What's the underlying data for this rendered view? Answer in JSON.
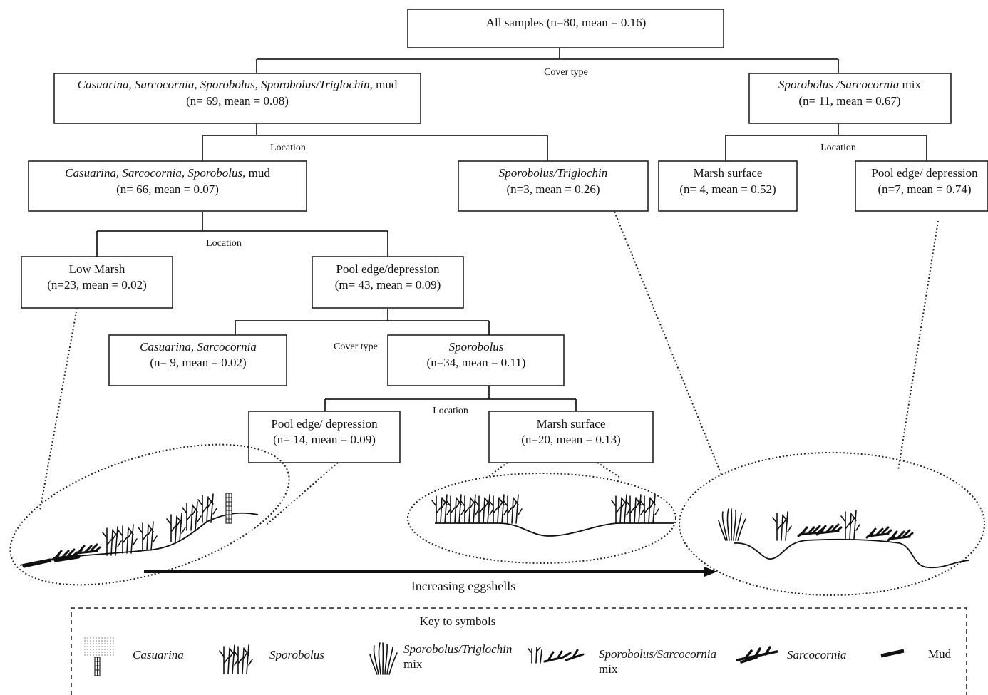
{
  "tree": {
    "root": {
      "text": "All samples (n=80, mean = 0.16)"
    },
    "split_root": "Cover type",
    "n1": {
      "italic": "Casuarina, Sarcocornia, Sporobolus, Sporobolus/Triglochin",
      "plain": ", mud",
      "stats": "(n= 69, mean = 0.08)"
    },
    "n2": {
      "italic": "Sporobolus /Sarcocornia",
      "plain": " mix",
      "stats": "(n= 11, mean = 0.67)"
    },
    "split_n1": "Location",
    "split_n2": "Location",
    "n3": {
      "italic": "Casuarina, Sarcocornia, Sporobolus",
      "plain": ", mud",
      "stats": "(n= 66, mean = 0.07)"
    },
    "n4": {
      "italic": "Sporobolus/Triglochin",
      "stats": "(n=3, mean = 0.26)"
    },
    "n5": {
      "line1": "Marsh surface",
      "stats": "(n= 4, mean = 0.52)"
    },
    "n6": {
      "line1": "Pool edge/ depression",
      "stats": "(n=7, mean = 0.74)"
    },
    "split_n3": "Location",
    "n7": {
      "line1": "Low Marsh",
      "stats": "(n=23, mean = 0.02)"
    },
    "n8": {
      "line1": "Pool edge/depression",
      "stats": "(m= 43, mean = 0.09)"
    },
    "split_n8": "Cover type",
    "n9": {
      "italic": "Casuarina, Sarcocornia",
      "stats": "(n= 9, mean = 0.02)"
    },
    "n10": {
      "italic": "Sporobolus",
      "stats": "(n=34, mean = 0.11)"
    },
    "split_n10": "Location",
    "n11": {
      "line1": "Pool edge/ depression",
      "stats": "(n= 14, mean = 0.09)"
    },
    "n12": {
      "line1": "Marsh surface",
      "stats": "(n=20, mean = 0.13)"
    }
  },
  "gradient_arrow": {
    "label": "Increasing eggshells"
  },
  "key": {
    "title": "Key to symbols",
    "items": [
      {
        "symbol": "casuarina-icon",
        "label": "Casuarina",
        "italic": true
      },
      {
        "symbol": "sporobolus-icon",
        "label": "Sporobolus",
        "italic": true
      },
      {
        "symbol": "sporobolus-triglochin-icon",
        "label": "Sporobolus/Triglochin",
        "label2": "mix"
      },
      {
        "symbol": "sporobolus-sarcocornia-icon",
        "label": "Sporobolus/Sarcocornia",
        "label2": "mix"
      },
      {
        "symbol": "sarcocornia-icon",
        "label": "Sarcocornia",
        "italic": true
      },
      {
        "symbol": "mud-icon",
        "label": "Mud",
        "italic": false
      }
    ]
  }
}
